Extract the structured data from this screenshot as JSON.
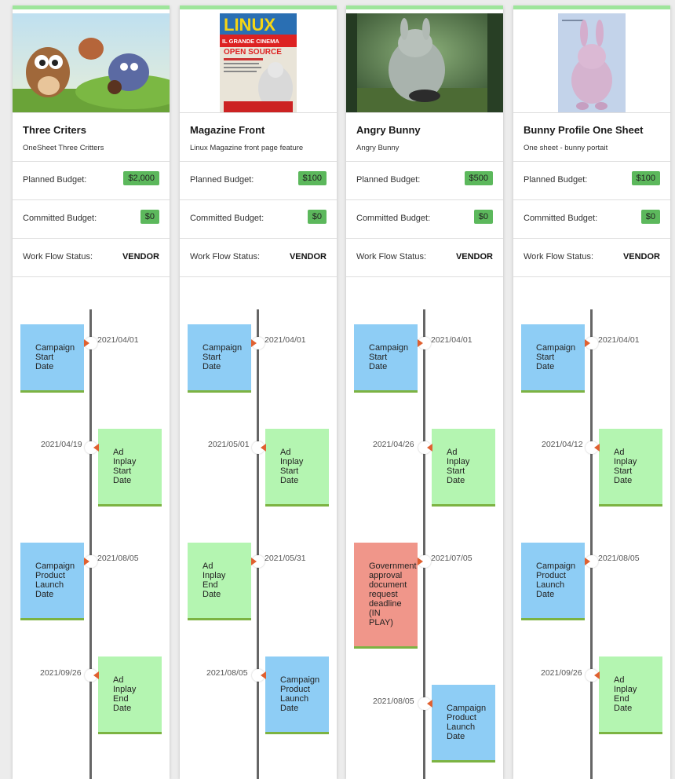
{
  "labels": {
    "planned_budget": "Planned Budget:",
    "committed_budget": "Committed Budget:",
    "work_flow_status": "Work Flow Status:"
  },
  "cards": [
    {
      "title": "Three Criters",
      "subtitle": "OneSheet Three Critters",
      "planned_budget": "$2,000",
      "committed_budget": "$0",
      "status": "VENDOR",
      "image": "three-critters-illustration",
      "events": [
        {
          "label": "Campaign\nStart\nDate",
          "date": "2021/04/01",
          "color": "blue"
        },
        {
          "label": "Ad\nInplay\nStart\nDate",
          "date": "2021/04/19",
          "color": "green"
        },
        {
          "label": "Campaign\nProduct\nLaunch\nDate",
          "date": "2021/08/05",
          "color": "blue"
        },
        {
          "label": "Ad\nInplay\nEnd\nDate",
          "date": "2021/09/26",
          "color": "green"
        }
      ]
    },
    {
      "title": "Magazine Front",
      "subtitle": "Linux Magazine front page feature",
      "planned_budget": "$100",
      "committed_budget": "$0",
      "status": "VENDOR",
      "image": "linux-magazine-cover",
      "image_text": {
        "masthead": "LINUX",
        "headline1": "IL GRANDE CINEMA",
        "headline2": "OPEN SOURCE"
      },
      "events": [
        {
          "label": "Campaign\nStart\nDate",
          "date": "2021/04/01",
          "color": "blue"
        },
        {
          "label": "Ad\nInplay\nStart\nDate",
          "date": "2021/05/01",
          "color": "green"
        },
        {
          "label": "Ad\nInplay\nEnd\nDate",
          "date": "2021/05/31",
          "color": "green"
        },
        {
          "label": "Campaign\nProduct\nLaunch\nDate",
          "date": "2021/08/05",
          "color": "blue"
        }
      ]
    },
    {
      "title": "Angry Bunny",
      "subtitle": "Angry Bunny",
      "planned_budget": "$500",
      "committed_budget": "$0",
      "status": "VENDOR",
      "image": "angry-bunny-scene",
      "events": [
        {
          "label": "Campaign\nStart\nDate",
          "date": "2021/04/01",
          "color": "blue"
        },
        {
          "label": "Ad\nInplay\nStart\nDate",
          "date": "2021/04/26",
          "color": "green"
        },
        {
          "label": "Government\napproval\ndocument\nrequest\ndeadline\n(IN\nPLAY)",
          "date": "2021/07/05",
          "color": "red"
        },
        {
          "label": "Campaign\nProduct\nLaunch\nDate",
          "date": "2021/08/05",
          "color": "blue"
        }
      ]
    },
    {
      "title": "Bunny Profile One Sheet",
      "subtitle": "One sheet - bunny portait",
      "planned_budget": "$100",
      "committed_budget": "$0",
      "status": "VENDOR",
      "image": "bunny-portrait",
      "events": [
        {
          "label": "Campaign\nStart\nDate",
          "date": "2021/04/01",
          "color": "blue"
        },
        {
          "label": "Ad\nInplay\nStart\nDate",
          "date": "2021/04/12",
          "color": "green"
        },
        {
          "label": "Campaign\nProduct\nLaunch\nDate",
          "date": "2021/08/05",
          "color": "blue"
        },
        {
          "label": "Ad\nInplay\nEnd\nDate",
          "date": "2021/09/26",
          "color": "green"
        }
      ]
    }
  ]
}
